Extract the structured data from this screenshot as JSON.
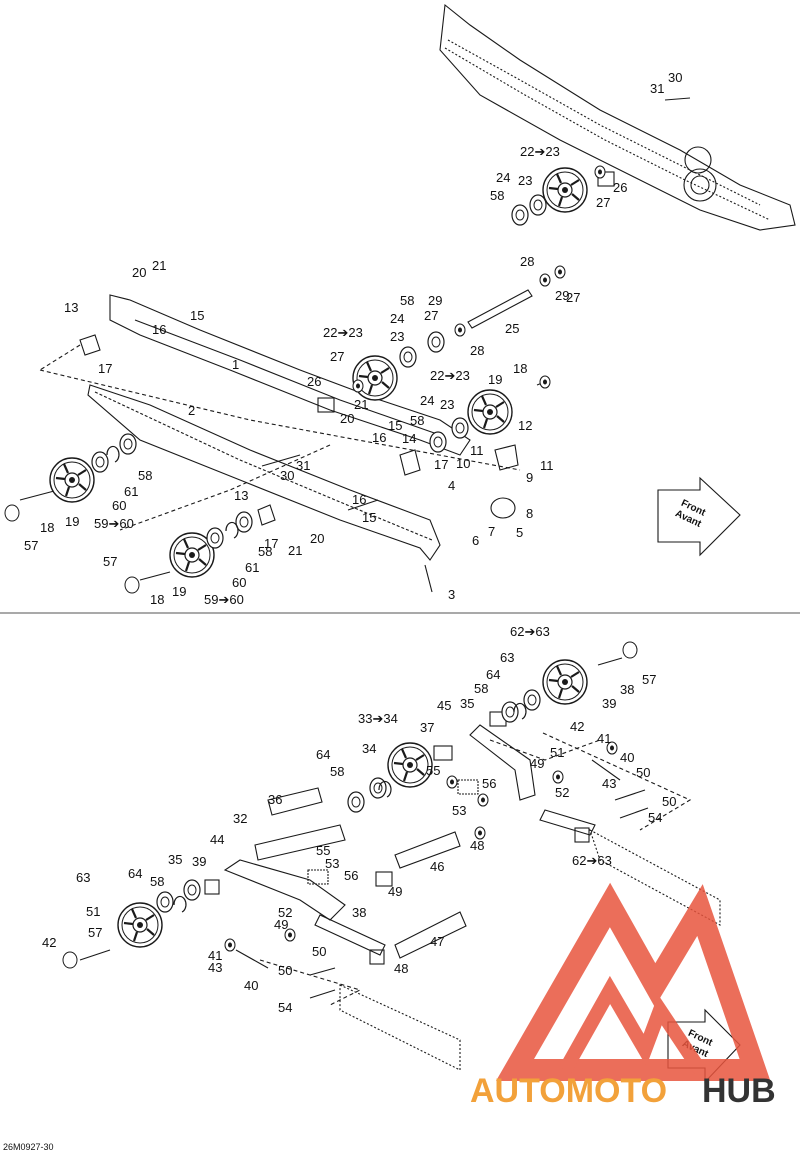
{
  "diagram_ref": "26M0927-30",
  "direction_label": {
    "line1": "Front",
    "line2": "Avant"
  },
  "watermark": {
    "part1": "AUTOMOTO",
    "part2": "HUB"
  },
  "colors": {
    "line": "#1a1a1a",
    "watermark_red": "#e8553e",
    "watermark_orange": "#f2a13a",
    "watermark_dark": "#333333"
  },
  "labels": {
    "top": [
      "31",
      "30",
      "22➔23",
      "24",
      "23",
      "26",
      "58",
      "27",
      "28",
      "29",
      "27",
      "20",
      "21",
      "15",
      "16",
      "13",
      "17",
      "1",
      "58",
      "29",
      "27",
      "28",
      "25",
      "22➔23",
      "24",
      "23",
      "27",
      "26",
      "22➔23",
      "19",
      "18",
      "2",
      "20",
      "21",
      "15",
      "16",
      "14",
      "24",
      "23",
      "58",
      "17",
      "12",
      "11",
      "10",
      "9",
      "11",
      "4",
      "31",
      "30",
      "61",
      "58",
      "60",
      "19",
      "18",
      "57",
      "59➔60",
      "13",
      "15",
      "16",
      "17",
      "58",
      "21",
      "20",
      "7",
      "8",
      "5",
      "6",
      "3",
      "57",
      "18",
      "19",
      "61",
      "60",
      "59➔60"
    ],
    "bottom": [
      "62➔63",
      "57",
      "38",
      "63",
      "39",
      "64",
      "58",
      "35",
      "45",
      "42",
      "41",
      "33➔34",
      "37",
      "40",
      "51",
      "49",
      "50",
      "34",
      "64",
      "58",
      "55",
      "56",
      "53",
      "52",
      "43",
      "50",
      "54",
      "36",
      "32",
      "44",
      "55",
      "53",
      "56",
      "46",
      "49",
      "48",
      "62➔63",
      "63",
      "64",
      "58",
      "35",
      "39",
      "51",
      "49",
      "52",
      "38",
      "57",
      "42",
      "41",
      "43",
      "50",
      "40",
      "47",
      "48",
      "50",
      "54"
    ]
  }
}
